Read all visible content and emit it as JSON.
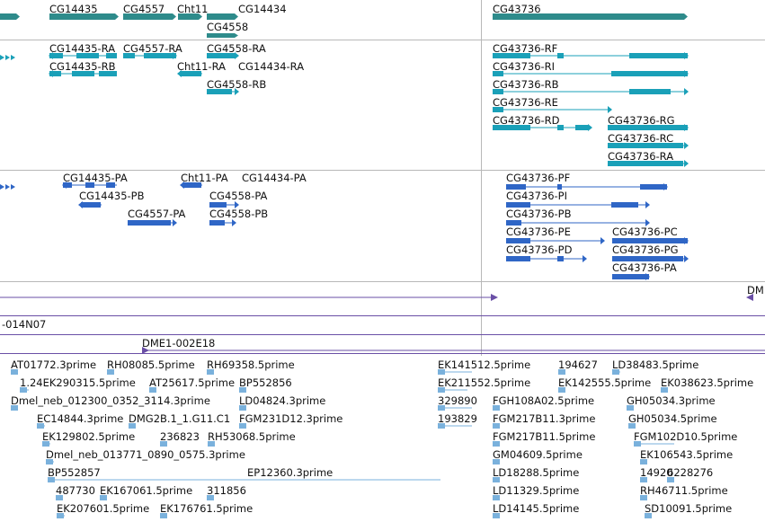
{
  "colors": {
    "gene": "#2e8b8b",
    "transcript": "#1aa0b8",
    "protein": "#2f66c6",
    "clone": "#6a4fa6",
    "est": "#7ab1dc",
    "separator": "#b8b8b8"
  },
  "genes": [
    "CG14435",
    "CG4557",
    "Cht11",
    "CG14434",
    "CG4558",
    "CG43736"
  ],
  "transcripts": [
    "CG14435-RA",
    "CG4557-RA",
    "CG4558-RA",
    "CG14435-RB",
    "Cht11-RA",
    "CG14434-RA",
    "CG4558-RB",
    "CG43736-RF",
    "CG43736-RI",
    "CG43736-RB",
    "CG43736-RE",
    "CG43736-RD",
    "CG43736-RG",
    "CG43736-RC",
    "CG43736-RA"
  ],
  "proteins": [
    "CG14435-PA",
    "Cht11-PA",
    "CG14434-PA",
    "CG14435-PB",
    "CG4558-PA",
    "CG4557-PA",
    "CG4558-PB",
    "CG43736-PF",
    "CG43736-PI",
    "CG43736-PB",
    "CG43736-PE",
    "CG43736-PC",
    "CG43736-PD",
    "CG43736-PG",
    "CG43736-PA"
  ],
  "clones": [
    "DM",
    "-014N07",
    "DME1-002E18"
  ],
  "ests": [
    "AT01772.3prime",
    "RH08085.5prime",
    "RH69358.5prime",
    "EK141512.5prime",
    "194627",
    "LD38483.5prime",
    "1.24EK290315.5prime",
    "AT25617.5prime",
    "BP552856",
    "EK211552.5prime",
    "EK142555.5prime",
    "EK038623.5prime",
    "Dmel_neb_012300_0352_3114.3prime",
    "LD04824.3prime",
    "329890",
    "FGH108A02.5prime",
    "GH05034.3prime",
    "EC14844.3prime",
    "DMG2B.1_1.G11.C1",
    "FGM231D12.3prime",
    "193829",
    "FGM217B11.3prime",
    "GH05034.5prime",
    "EK129802.5prime",
    "236823",
    "RH53068.5prime",
    "FGM217B11.5prime",
    "FGM102D10.5prime",
    "Dmel_neb_013771_0890_0575.3prime",
    "GM04609.5prime",
    "EK106543.5prime",
    "BP552857",
    "EP12360.3prime",
    "LD18288.5prime",
    "14920",
    "6228276",
    "487730",
    "EK167061.5prime",
    "311856",
    "LD11329.5prime",
    "RH46711.5prime",
    "EK207601.5prime",
    "EK176761.5prime",
    "LD14145.5prime",
    "SD10091.5prime"
  ]
}
